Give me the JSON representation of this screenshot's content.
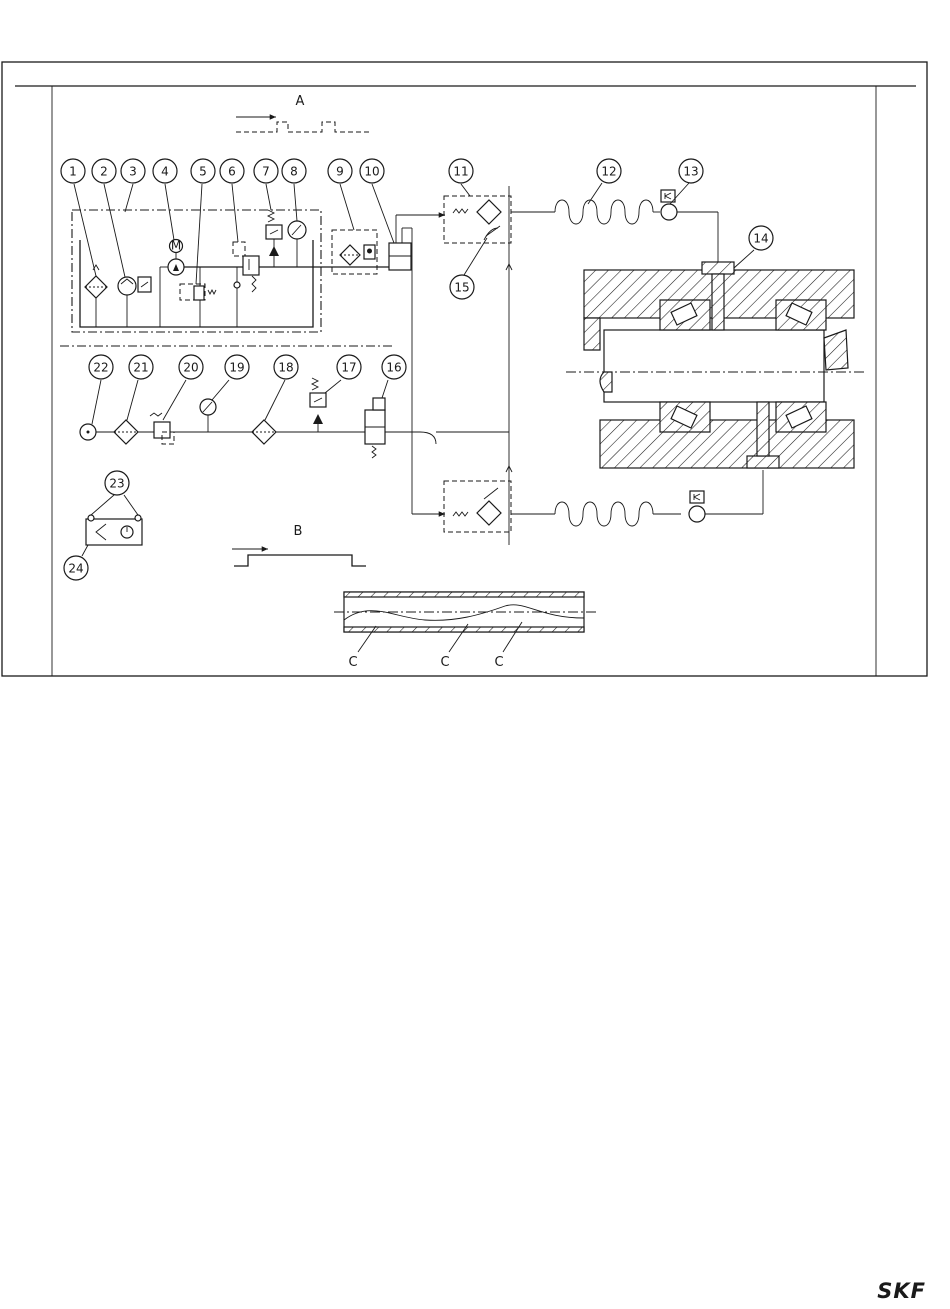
{
  "diagram": {
    "callouts": [
      "1",
      "2",
      "3",
      "4",
      "5",
      "6",
      "7",
      "8",
      "9",
      "10",
      "11",
      "12",
      "13",
      "14",
      "15",
      "16",
      "17",
      "18",
      "19",
      "20",
      "21",
      "22",
      "23",
      "24"
    ],
    "motor_symbol": "M",
    "section_labels": {
      "a": "A",
      "b": "B",
      "c": "C"
    }
  },
  "brand": {
    "logo_text": "SKF"
  }
}
